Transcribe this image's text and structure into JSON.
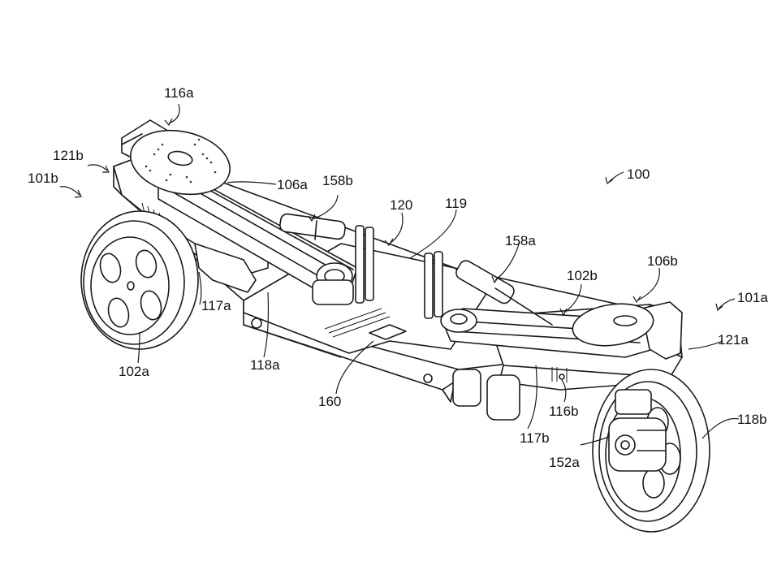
{
  "figure": {
    "description": "Patent drawing: isometric view of a wheeled robotic base with two swing-arm leg assemblies",
    "reference_labels": [
      {
        "id": "100",
        "text": "100"
      },
      {
        "id": "101a",
        "text": "101a"
      },
      {
        "id": "101b",
        "text": "101b"
      },
      {
        "id": "102a",
        "text": "102a"
      },
      {
        "id": "102b",
        "text": "102b"
      },
      {
        "id": "106a",
        "text": "106a"
      },
      {
        "id": "106b",
        "text": "106b"
      },
      {
        "id": "116a",
        "text": "116a"
      },
      {
        "id": "116b",
        "text": "116b"
      },
      {
        "id": "117a",
        "text": "117a"
      },
      {
        "id": "117b",
        "text": "117b"
      },
      {
        "id": "118a",
        "text": "118a"
      },
      {
        "id": "118b",
        "text": "118b"
      },
      {
        "id": "119",
        "text": "119"
      },
      {
        "id": "120",
        "text": "120"
      },
      {
        "id": "121a",
        "text": "121a"
      },
      {
        "id": "121b",
        "text": "121b"
      },
      {
        "id": "152a",
        "text": "152a"
      },
      {
        "id": "158a",
        "text": "158a"
      },
      {
        "id": "158b",
        "text": "158b"
      },
      {
        "id": "160",
        "text": "160"
      }
    ]
  }
}
